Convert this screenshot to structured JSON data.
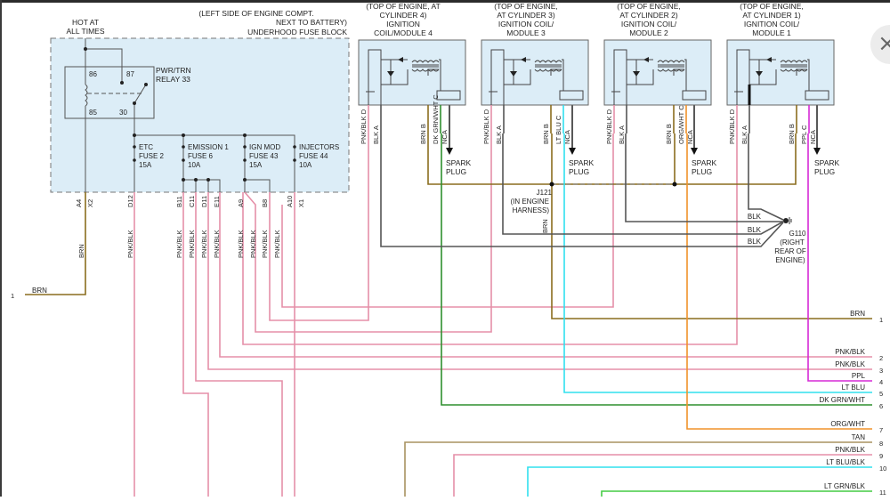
{
  "title": "Ignition Coil / Module Wiring Diagram",
  "fuse_block": {
    "hot_label_1": "HOT AT",
    "hot_label_2": "ALL TIMES",
    "location_1": "(LEFT SIDE OF ENGINE COMPT.",
    "location_2": "NEXT TO BATTERY)",
    "name": "UNDERHOOD FUSE BLOCK",
    "relay": {
      "name_1": "PWR/TRN",
      "name_2": "RELAY 33",
      "pins": [
        "86",
        "87",
        "85",
        "30"
      ]
    },
    "fuses": [
      {
        "name": "ETC",
        "fuse": "FUSE 2",
        "rating": "15A"
      },
      {
        "name": "EMISSION 1",
        "fuse": "FUSE 6",
        "rating": "10A"
      },
      {
        "name": "IGN MOD",
        "fuse": "FUSE 43",
        "rating": "15A"
      },
      {
        "name": "INJECTORS",
        "fuse": "FUSE 44",
        "rating": "10A"
      }
    ],
    "connectors": [
      "A4",
      "X2",
      "D12",
      "B11",
      "C11",
      "D11",
      "E11",
      "A9",
      "B8",
      "A10",
      "X1"
    ],
    "wire_labels": [
      "BRN",
      "PNK/BLK",
      "PNK/BLK",
      "PNK/BLK",
      "PNK/BLK",
      "PNK/BLK",
      "PNK/BLK",
      "PNK/BLK",
      "PNK/BLK",
      "PNK/BLK"
    ]
  },
  "left_terminal": {
    "number": "1",
    "label": "BRN"
  },
  "coils": [
    {
      "loc_1": "(TOP OF ENGINE, AT",
      "loc_2": "CYLINDER 4)",
      "name_1": "IGNITION",
      "name_2": "COIL/MODULE 4",
      "pins": [
        "PNK/BLK D",
        "BLK A",
        "BRN B",
        "DK GRN/WHT C",
        "NCA"
      ],
      "output": [
        "SPARK",
        "PLUG"
      ]
    },
    {
      "loc_1": "(TOP OF ENGINE,",
      "loc_2": "AT CYLINDER 3)",
      "name_1": "IGNITION COIL/",
      "name_2": "MODULE 3",
      "pins": [
        "PNK/BLK D",
        "BLK A",
        "BRN B",
        "LT BLU C",
        "NCA"
      ],
      "output": [
        "SPARK",
        "PLUG"
      ]
    },
    {
      "loc_1": "(TOP OF ENGINE,",
      "loc_2": "AT CYLINDER 2)",
      "name_1": "IGNITION COIL/",
      "name_2": "MODULE 2",
      "pins": [
        "PNK/BLK D",
        "BLK A",
        "BRN B",
        "ORG/WHT C",
        "NCA"
      ],
      "output": [
        "SPARK",
        "PLUG"
      ]
    },
    {
      "loc_1": "(TOP OF ENGINE,",
      "loc_2": "AT CYLINDER 1)",
      "name_1": "IGNITION COIL/",
      "name_2": "MODULE 1",
      "pins": [
        "PNK/BLK D",
        "BLK A",
        "BRN B",
        "PPL C",
        "NCA"
      ],
      "output": [
        "SPARK",
        "PLUG"
      ]
    }
  ],
  "splice": {
    "id": "J121",
    "desc_1": "(IN ENGINE",
    "desc_2": "HARNESS)",
    "wire": "BRN"
  },
  "ground": {
    "id": "G110",
    "desc_1": "(RIGHT",
    "desc_2": "REAR OF",
    "desc_3": "ENGINE)",
    "wires": [
      "BLK",
      "BLK",
      "BLK"
    ]
  },
  "right_terminals": [
    {
      "number": "1",
      "label": "BRN"
    },
    {
      "number": "2",
      "label": "PNK/BLK"
    },
    {
      "number": "3",
      "label": "PNK/BLK"
    },
    {
      "number": "4",
      "label": "PPL"
    },
    {
      "number": "5",
      "label": "LT BLU"
    },
    {
      "number": "6",
      "label": "DK GRN/WHT"
    },
    {
      "number": "7",
      "label": "ORG/WHT"
    },
    {
      "number": "8",
      "label": "TAN"
    },
    {
      "number": "9",
      "label": "PNK/BLK"
    },
    {
      "number": "10",
      "label": "LT BLU/BLK"
    },
    {
      "number": "11",
      "label": "LT GRN/BLK"
    }
  ],
  "colors": {
    "brn": "#8a6d1e",
    "pnk": "#e58fa8",
    "blk": "#555555",
    "ppl": "#d62ad6",
    "ltblu": "#30e0ee",
    "dkgrn": "#2f8f2f",
    "org": "#f0922a",
    "tan": "#a89260",
    "ltgrn": "#44cc44",
    "box": "#dcedf7"
  },
  "close_icon": "×"
}
